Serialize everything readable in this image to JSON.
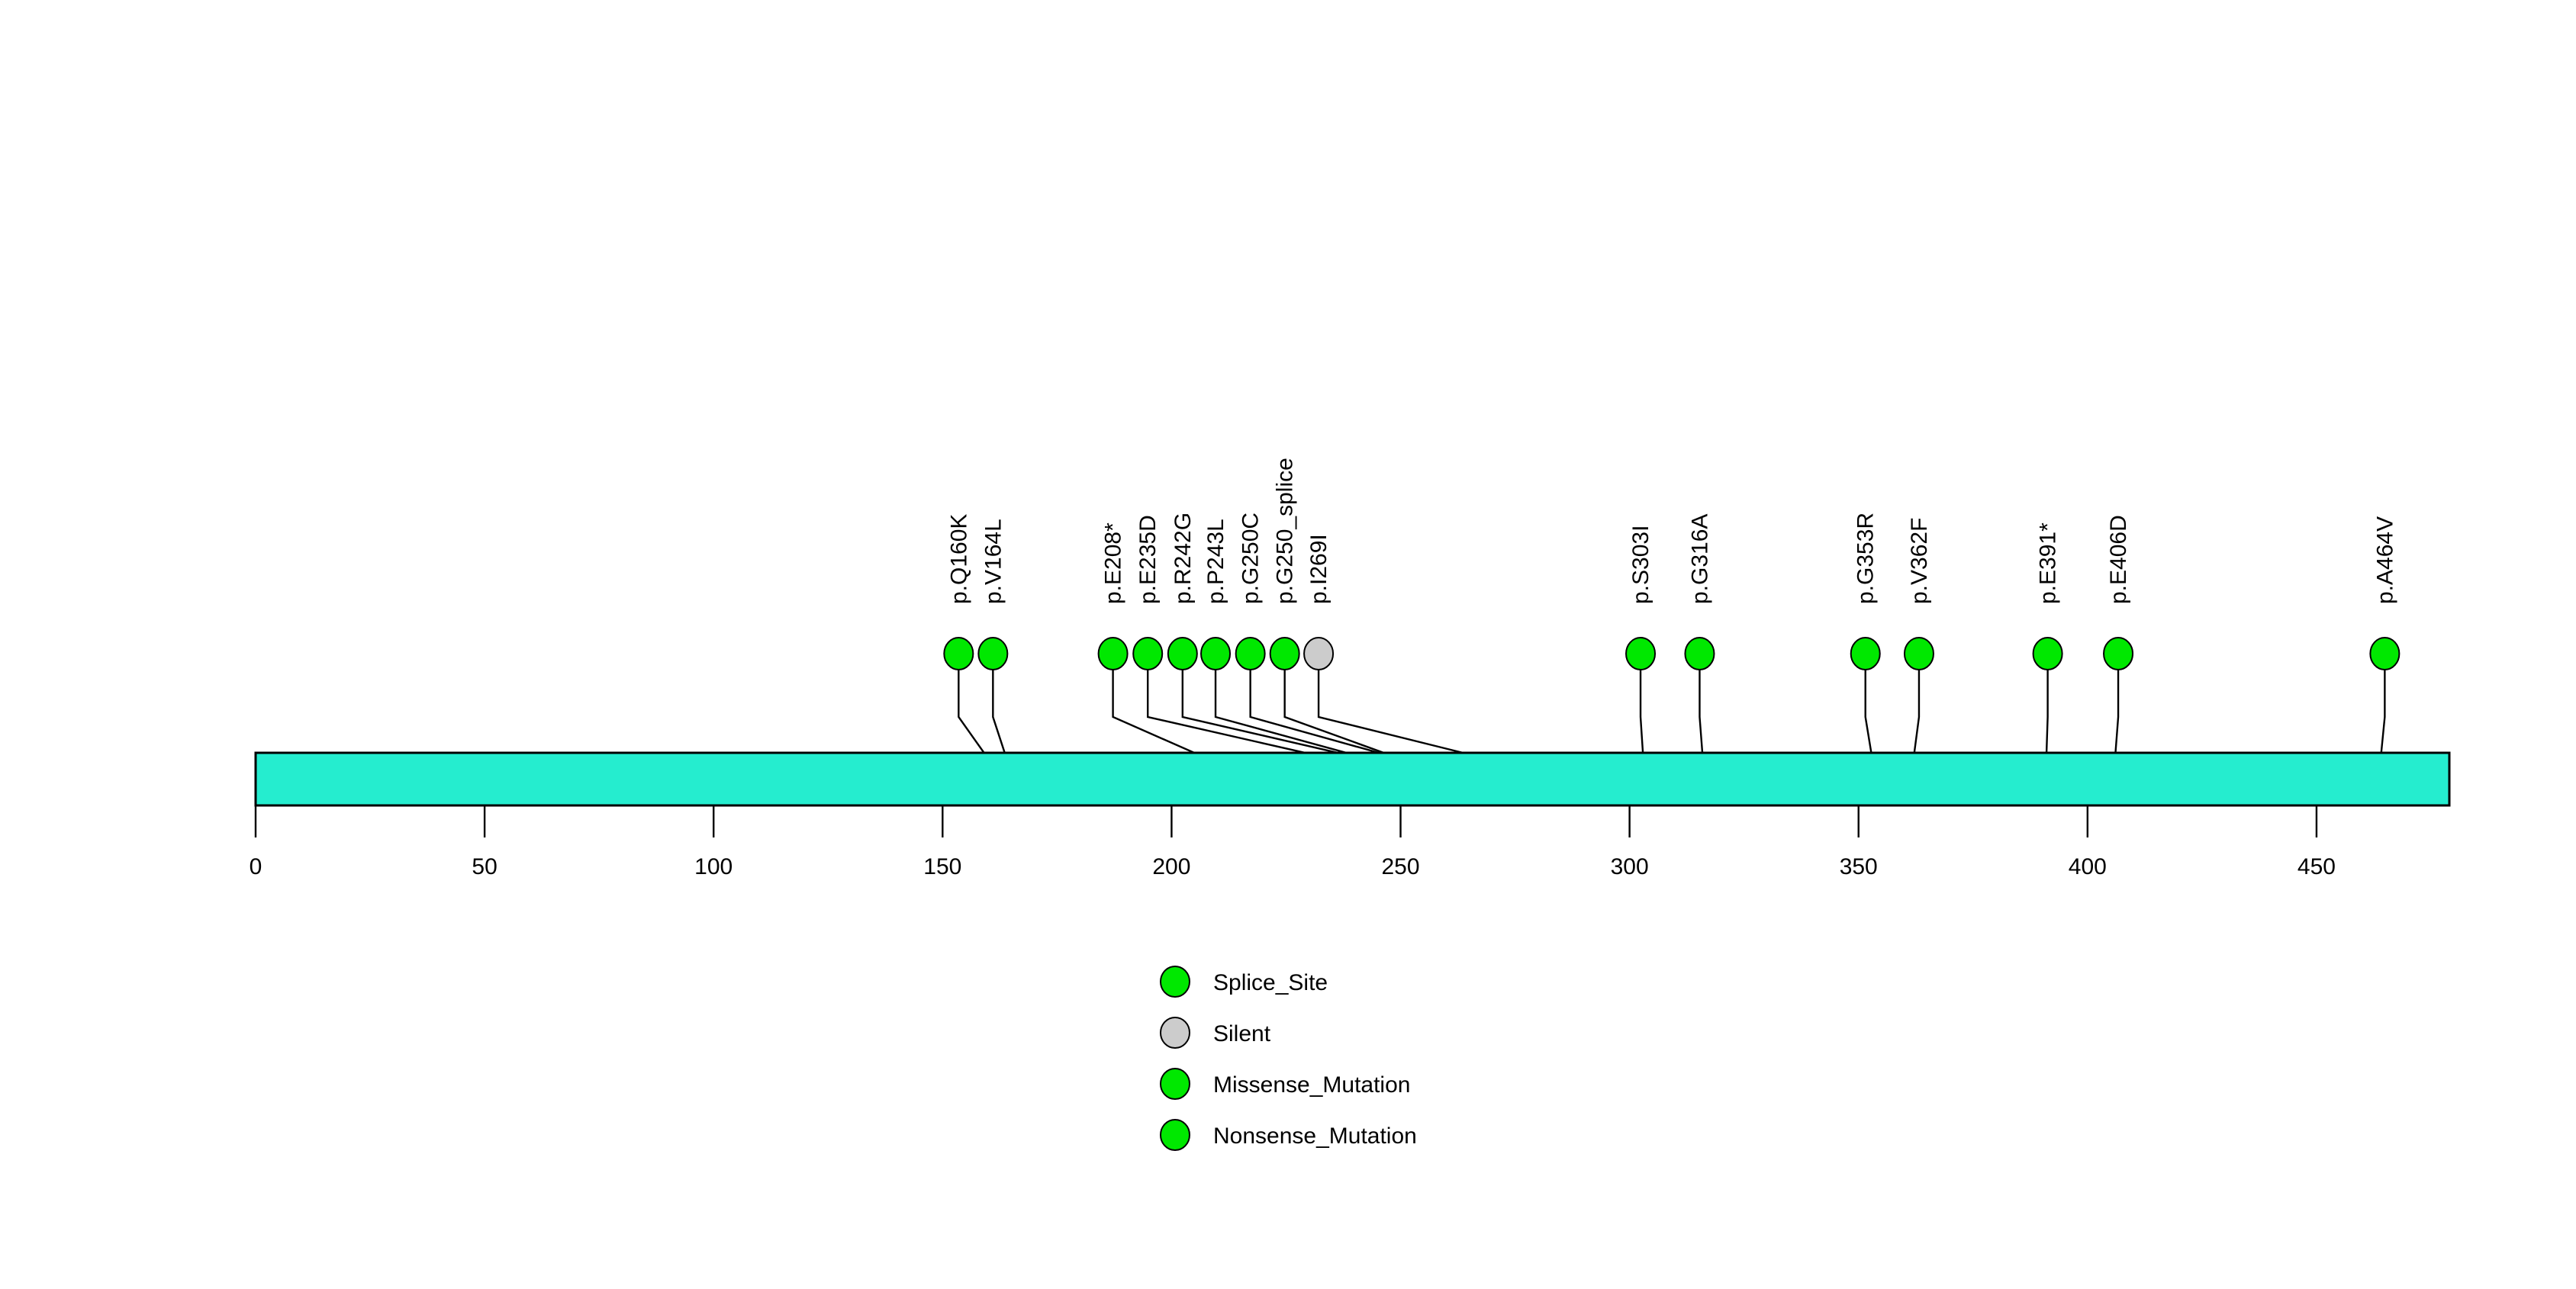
{
  "chart_data": {
    "type": "lollipop",
    "title": "",
    "xlabel": "",
    "ylabel": "",
    "xlim": [
      0,
      479
    ],
    "grid": false,
    "legend_position": "bottom-center",
    "protein": {
      "length": 479,
      "domain_label": "",
      "bar_color": "#25EDCF",
      "bar_border": "#000000"
    },
    "axis": {
      "ticks": [
        0,
        50,
        100,
        150,
        200,
        250,
        300,
        350,
        400,
        450
      ],
      "tick_labels": [
        "0",
        "50",
        "100",
        "150",
        "200",
        "250",
        "300",
        "350",
        "400",
        "450"
      ]
    },
    "mutations": [
      {
        "label": "p.Q160K",
        "position": 160,
        "type": "Missense_Mutation",
        "color": "#00E800",
        "marker_x": 153.5
      },
      {
        "label": "p.V164L",
        "position": 164,
        "type": "Missense_Mutation",
        "color": "#00E800",
        "marker_x": 161.0
      },
      {
        "label": "p.E208*",
        "position": 208,
        "type": "Nonsense_Mutation",
        "color": "#00E800",
        "marker_x": 187.2
      },
      {
        "label": "p.E235D",
        "position": 235,
        "type": "Missense_Mutation",
        "color": "#00E800",
        "marker_x": 194.8
      },
      {
        "label": "p.R242G",
        "position": 242,
        "type": "Missense_Mutation",
        "color": "#00E800",
        "marker_x": 202.4
      },
      {
        "label": "p.P243L",
        "position": 243,
        "type": "Missense_Mutation",
        "color": "#00E800",
        "marker_x": 209.6
      },
      {
        "label": "p.G250C",
        "position": 250,
        "type": "Missense_Mutation",
        "color": "#00E800",
        "marker_x": 217.2
      },
      {
        "label": "p.G250_splice",
        "position": 250,
        "type": "Splice_Site",
        "color": "#00E800",
        "marker_x": 224.7
      },
      {
        "label": "p.I269I",
        "position": 269,
        "type": "Silent",
        "color": "#CCCCCC",
        "marker_x": 232.1
      },
      {
        "label": "p.S303I",
        "position": 303,
        "type": "Missense_Mutation",
        "color": "#00E800",
        "marker_x": 302.4
      },
      {
        "label": "p.G316A",
        "position": 316,
        "type": "Missense_Mutation",
        "color": "#00E800",
        "marker_x": 315.3
      },
      {
        "label": "p.G353R",
        "position": 353,
        "type": "Missense_Mutation",
        "color": "#00E800",
        "marker_x": 351.5
      },
      {
        "label": "p.V362F",
        "position": 362,
        "type": "Missense_Mutation",
        "color": "#00E800",
        "marker_x": 363.2
      },
      {
        "label": "p.E391*",
        "position": 391,
        "type": "Nonsense_Mutation",
        "color": "#00E800",
        "marker_x": 391.3
      },
      {
        "label": "p.E406D",
        "position": 406,
        "type": "Missense_Mutation",
        "color": "#00E800",
        "marker_x": 406.7
      },
      {
        "label": "p.A464V",
        "position": 464,
        "type": "Missense_Mutation",
        "color": "#00E800",
        "marker_x": 464.9
      }
    ],
    "legend": [
      {
        "label": "Splice_Site",
        "color": "#00E800"
      },
      {
        "label": "Silent",
        "color": "#CCCCCC"
      },
      {
        "label": "Missense_Mutation",
        "color": "#00E800"
      },
      {
        "label": "Nonsense_Mutation",
        "color": "#00E800"
      }
    ]
  }
}
